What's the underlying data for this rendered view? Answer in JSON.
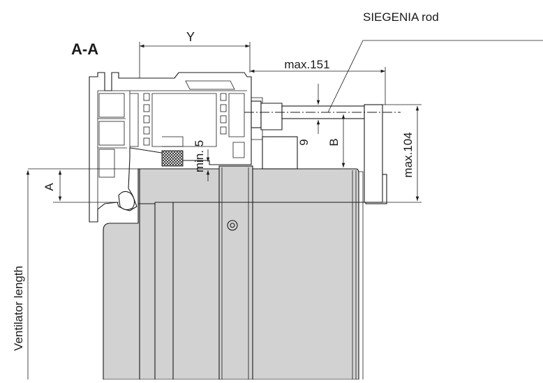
{
  "section_label": "A-A",
  "rod_label": "SIEGENIA rod",
  "dimensions": {
    "y": "Y",
    "max_151": "max.151",
    "max_104": "max.104",
    "min_5": "min. 5",
    "nine": "9",
    "a": "A",
    "b": "B"
  },
  "side_label": "Ventilator length",
  "colors": {
    "line": "#1a1a1a",
    "ventilator_fill": "#d2d2d2",
    "background": "#ffffff"
  }
}
